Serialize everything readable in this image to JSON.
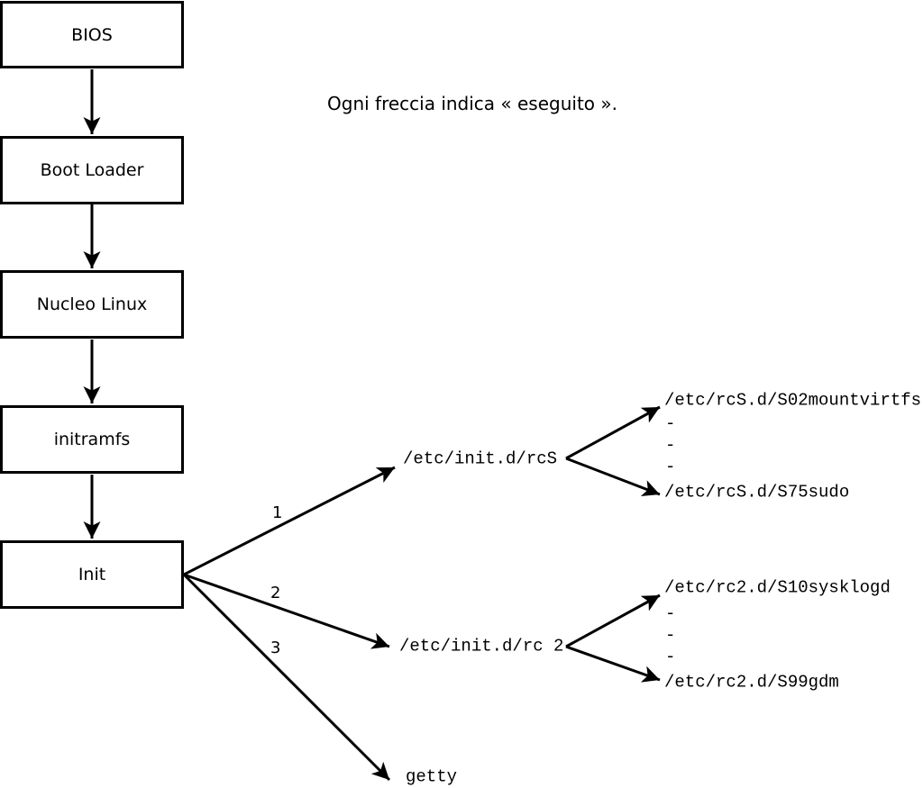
{
  "note": {
    "text": "Ogni freccia indica « eseguito »."
  },
  "boxes": [
    {
      "label": "BIOS"
    },
    {
      "label": "Boot Loader"
    },
    {
      "label": "Nucleo Linux"
    },
    {
      "label": "initramfs"
    },
    {
      "label": "Init"
    }
  ],
  "fanout": [
    {
      "label": "1",
      "target": "/etc/init.d/rcS"
    },
    {
      "label": "2",
      "target": "/etc/init.d/rc 2"
    },
    {
      "label": "3",
      "target": "getty"
    }
  ],
  "rcS_dir": {
    "first": "/etc/rcS.d/S02mountvirtfs",
    "dots": [
      "-",
      "-",
      "-"
    ],
    "last": "/etc/rcS.d/S75sudo"
  },
  "rc2_dir": {
    "first": "/etc/rc2.d/S10sysklogd",
    "dots": [
      "-",
      "-",
      "-"
    ],
    "last": "/etc/rc2.d/S99gdm"
  },
  "colors": {
    "ink": "#000000",
    "background": "#ffffff"
  }
}
